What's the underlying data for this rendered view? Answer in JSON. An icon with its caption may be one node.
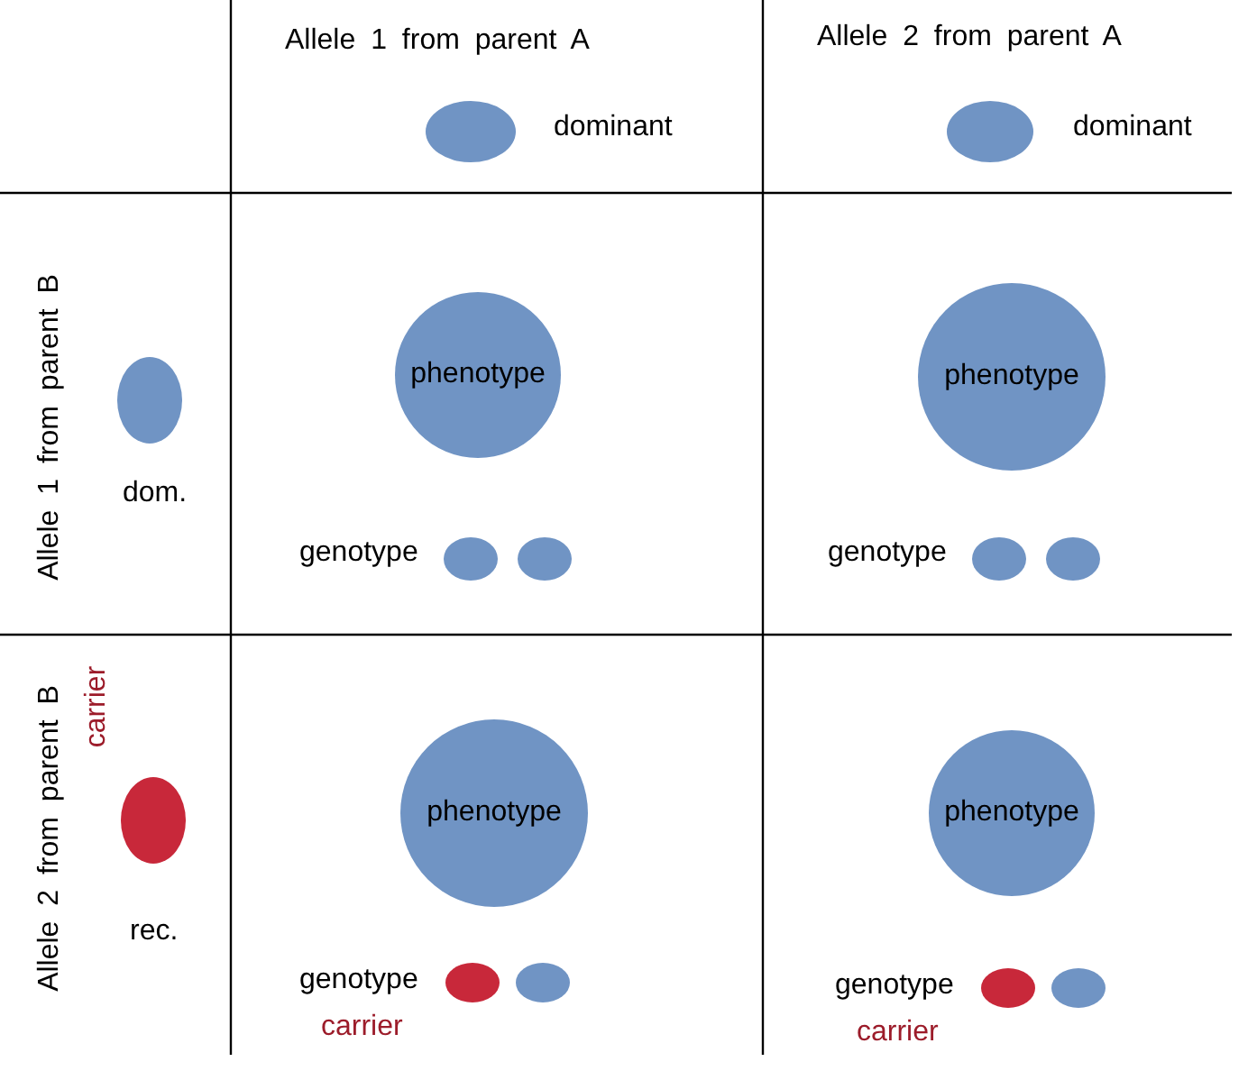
{
  "diagram": {
    "nodes": [
      {
        "text": [],
        "shape": "circle",
        "beside": [
          "dominant"
        ]
      },
      {
        "text": [],
        "shape": "circle",
        "beside": [
          "dominant"
        ]
      },
      {
        "text": [],
        "shape": "circle",
        "beside": [
          "dom."
        ]
      },
      {
        "text": [
          "phenotype"
        ]
      },
      {
        "text": [
          "phenotype"
        ]
      },
      {
        "text": [],
        "shape": "circle"
      },
      {
        "text": [],
        "shape": "circle"
      },
      {
        "text": [],
        "shape": "circle"
      },
      {
        "text": [],
        "shape": "circle"
      },
      {
        "text": [],
        "shape": "circle",
        "beside": [
          "rec."
        ]
      },
      {
        "text": [
          "phenotype"
        ]
      },
      {
        "text": [
          "phenotype"
        ]
      },
      {
        "text": [],
        "shape": "circle"
      },
      {
        "text": [],
        "shape": "circle"
      },
      {
        "text": [],
        "shape": "circle"
      },
      {
        "text": [],
        "shape": "circle"
      }
    ],
    "labels": [
      "Allele 1 from parent A",
      "Allele 2 from parent A",
      "Allele 1 from parent B",
      "Allele 2 from parent B",
      "carrier",
      "genotype",
      "genotype",
      "genotype",
      "carrier",
      "genotype",
      "carrier"
    ]
  }
}
